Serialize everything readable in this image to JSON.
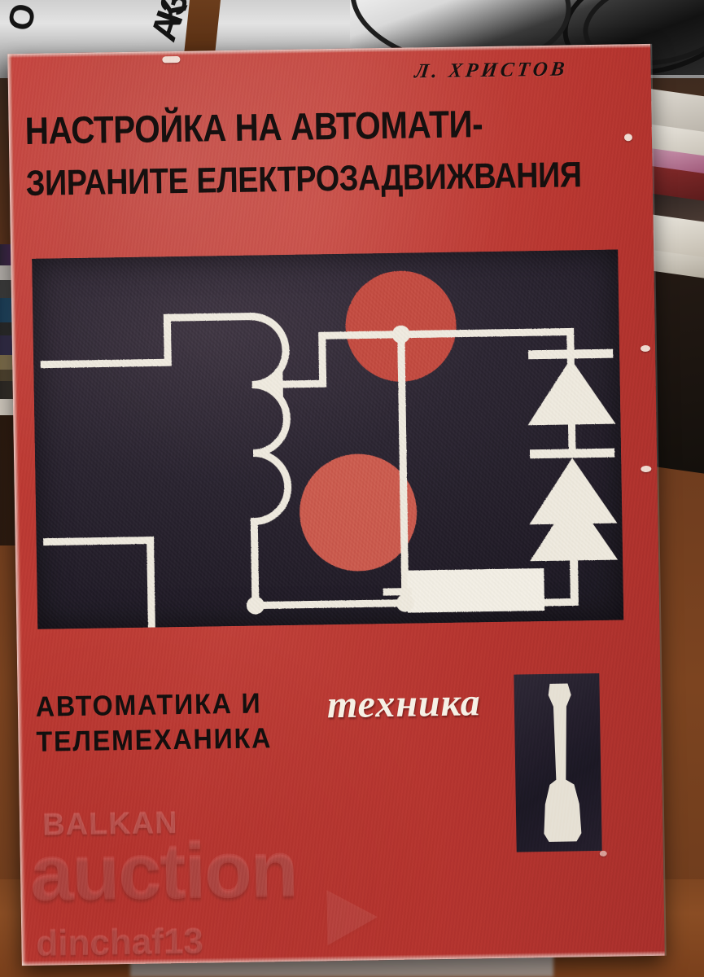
{
  "book": {
    "author": "Л. ХРИСТОВ",
    "title_line1": "НАСТРОЙКА НА АВТОМАТИ-",
    "title_line2": "ЗИРАНИТЕ ЕЛЕКТРОЗАДВИЖВАНИЯ",
    "series_line1": "АВТОМАТИКА И",
    "series_line2": "ТЕЛЕМЕХАНИКА",
    "publisher": "техника",
    "cover_color": "#bb3a33",
    "panel_color": "#241f2c",
    "line_color": "#efeade",
    "disc_color": "#c0463c"
  },
  "cover_art": {
    "name": "circuit-schematic",
    "description": "White line schematic on dark panel: inductor coil, two red discs, three series diodes and a rectangular resistor",
    "components": [
      {
        "type": "inductor-coil",
        "arcs": 3,
        "label": "coil"
      },
      {
        "type": "arrow-head",
        "label": "adjustment-arrow"
      },
      {
        "type": "disc",
        "label": "upper-red-disc"
      },
      {
        "type": "disc",
        "label": "lower-red-disc"
      },
      {
        "type": "diode",
        "label": "diode-1"
      },
      {
        "type": "diode",
        "label": "diode-2"
      },
      {
        "type": "diode",
        "label": "diode-3"
      },
      {
        "type": "resistor",
        "label": "resistor-block"
      },
      {
        "type": "junction",
        "label": "node-top"
      },
      {
        "type": "junction",
        "label": "node-bottom-left"
      },
      {
        "type": "junction",
        "label": "node-bottom-mid"
      }
    ]
  },
  "logo": {
    "name": "tehnika-tool-logo",
    "shape": "screwdriver-blade"
  },
  "watermark": {
    "brand_top": "BALKAN",
    "brand_main": "auction",
    "username": "dinchaf13",
    "arrow": "play-triangle"
  },
  "background": {
    "top_letters_1": "О",
    "top_letters_2": "АЗ",
    "top_letters_3": "К"
  }
}
